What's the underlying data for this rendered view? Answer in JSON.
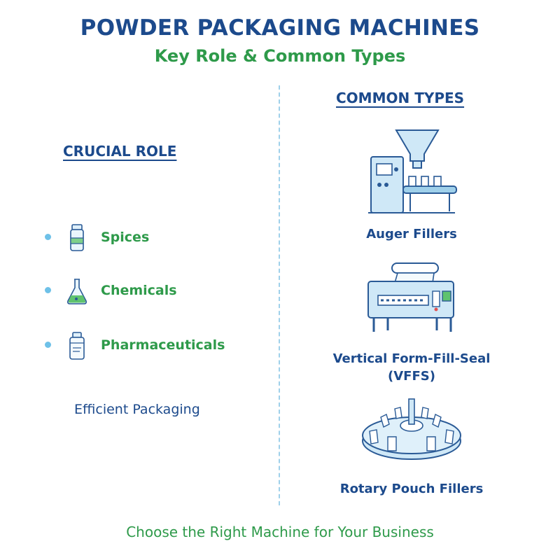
{
  "header": {
    "title": "POWDER PACKAGING MACHINES",
    "subtitle": "Key Role & Common Types"
  },
  "left": {
    "heading": "CRUCIAL ROLE",
    "items": [
      {
        "label": "Spices",
        "icon": "spice-jar-icon"
      },
      {
        "label": "Chemicals",
        "icon": "flask-icon"
      },
      {
        "label": "Pharmaceuticals",
        "icon": "medicine-bottle-icon"
      }
    ],
    "footnote": "Efficient Packaging"
  },
  "right": {
    "heading": "COMMON TYPES",
    "machines": [
      {
        "label": "Auger Fillers",
        "icon": "auger-filler-icon"
      },
      {
        "label_line1": "Vertical Form-Fill-Seal",
        "label_line2": "(VFFS)",
        "icon": "vffs-machine-icon"
      },
      {
        "label": "Rotary Pouch Fillers",
        "icon": "rotary-pouch-filler-icon"
      }
    ]
  },
  "footer": "Choose the Right Machine for Your Business",
  "colors": {
    "primary_blue": "#1c4a8c",
    "accent_green": "#2e9a4a",
    "light_blue": "#6ec1e8",
    "machine_fill": "#cfe8f7"
  }
}
